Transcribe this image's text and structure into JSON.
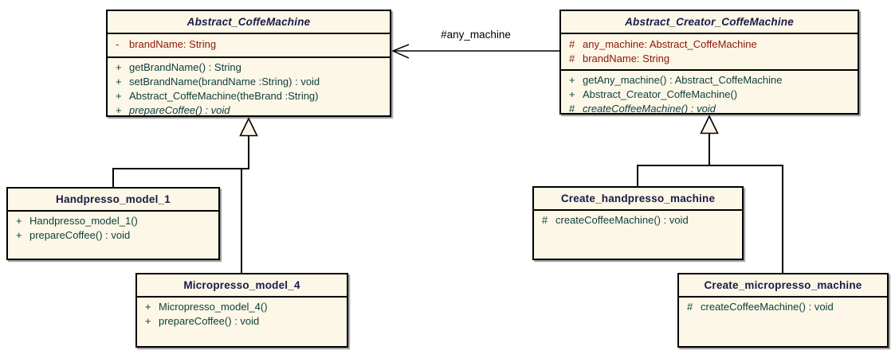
{
  "diagram_type": "uml-class-diagram",
  "classes": [
    {
      "name": "Abstract_CoffeMachine",
      "abstract": true,
      "attributes": [
        {
          "visibility": "-",
          "signature": "brandName: String"
        }
      ],
      "methods": [
        {
          "visibility": "+",
          "signature": "getBrandName() : String",
          "abstract": false
        },
        {
          "visibility": "+",
          "signature": "setBrandName(brandName :String) : void",
          "abstract": false
        },
        {
          "visibility": "+",
          "signature": "Abstract_CoffeMachine(theBrand :String)",
          "abstract": false
        },
        {
          "visibility": "+",
          "signature": "prepareCoffee() : void",
          "abstract": true
        }
      ]
    },
    {
      "name": "Abstract_Creator_CoffeMachine",
      "abstract": true,
      "attributes": [
        {
          "visibility": "#",
          "signature": "any_machine: Abstract_CoffeMachine"
        },
        {
          "visibility": "#",
          "signature": "brandName: String"
        }
      ],
      "methods": [
        {
          "visibility": "+",
          "signature": "getAny_machine() : Abstract_CoffeMachine",
          "abstract": false
        },
        {
          "visibility": "+",
          "signature": "Abstract_Creator_CoffeMachine()",
          "abstract": false
        },
        {
          "visibility": "#",
          "signature": "createCoffeeMachine() : void",
          "abstract": true
        }
      ]
    },
    {
      "name": "Handpresso_model_1",
      "abstract": false,
      "attributes": [],
      "methods": [
        {
          "visibility": "+",
          "signature": "Handpresso_model_1()",
          "abstract": false
        },
        {
          "visibility": "+",
          "signature": "prepareCoffee() : void",
          "abstract": false
        }
      ]
    },
    {
      "name": "Micropresso_model_4",
      "abstract": false,
      "attributes": [],
      "methods": [
        {
          "visibility": "+",
          "signature": "Micropresso_model_4()",
          "abstract": false
        },
        {
          "visibility": "+",
          "signature": "prepareCoffee() : void",
          "abstract": false
        }
      ]
    },
    {
      "name": "Create_handpresso_machine",
      "abstract": false,
      "attributes": [],
      "methods": [
        {
          "visibility": "#",
          "signature": "createCoffeeMachine() : void",
          "abstract": false
        }
      ]
    },
    {
      "name": "Create_micropresso_machine",
      "abstract": false,
      "attributes": [],
      "methods": [
        {
          "visibility": "#",
          "signature": "createCoffeeMachine() : void",
          "abstract": false
        }
      ]
    }
  ],
  "relationships": {
    "association": {
      "type": "directed-association",
      "label": "#any_machine",
      "from": "Abstract_Creator_CoffeMachine",
      "to": "Abstract_CoffeMachine"
    },
    "generalizations": [
      {
        "from": "Handpresso_model_1",
        "to": "Abstract_CoffeMachine"
      },
      {
        "from": "Micropresso_model_4",
        "to": "Abstract_CoffeMachine"
      },
      {
        "from": "Create_handpresso_machine",
        "to": "Abstract_Creator_CoffeMachine"
      },
      {
        "from": "Create_micropresso_machine",
        "to": "Abstract_Creator_CoffeMachine"
      }
    ]
  },
  "colors": {
    "box_fill": "#FCF7E6",
    "border_color": "#000000",
    "title_text": "#1A1A4A",
    "attribute_text": "#8E1507",
    "method_text": "#0D3D3D",
    "label_text": "#000000",
    "canvas_bg": "#FFFFFF"
  }
}
